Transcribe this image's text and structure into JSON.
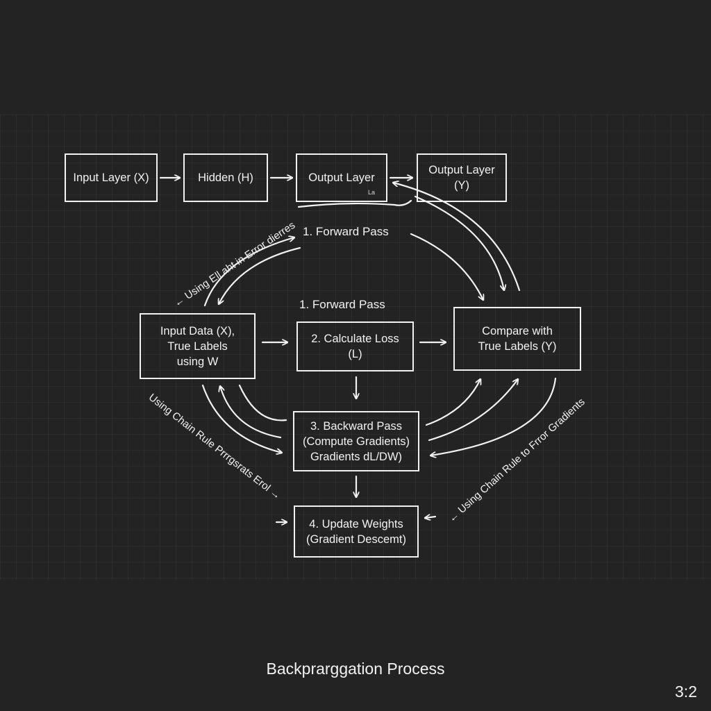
{
  "top_row": {
    "input_layer": "Input Layer (X)",
    "hidden": "Hidden (H)",
    "output_layer": "Output Layer",
    "output_layer_mark": "La",
    "output_layer_y": "Output Layer\n(Y)"
  },
  "labels": {
    "forward_pass_top": "1. Forward Pass",
    "forward_pass_mid": "1. Forward Pass",
    "using_top_left": "← Using Ell aht in Error dierres",
    "using_left": "Using Chain Rule Prrrgsrats Erol →",
    "using_right": "← Using Chain Rule to Frror Gradients"
  },
  "boxes": {
    "input_data": "Input Data (X),\nTrue Labels\nusing W",
    "calculate_loss": "2. Calculate Loss\n(L)",
    "compare": "Compare with\nTrue Labels (Y)",
    "backward_pass": "3. Backward Pass\n(Compute Gradients)\nGradients dL/DW)",
    "update_weights": "4. Update Weights\n(Gradient Descemt)"
  },
  "caption": "Backprarggation Process",
  "ratio": "3:2",
  "colors": {
    "background": "#232323",
    "stroke": "#f2f2f2"
  }
}
